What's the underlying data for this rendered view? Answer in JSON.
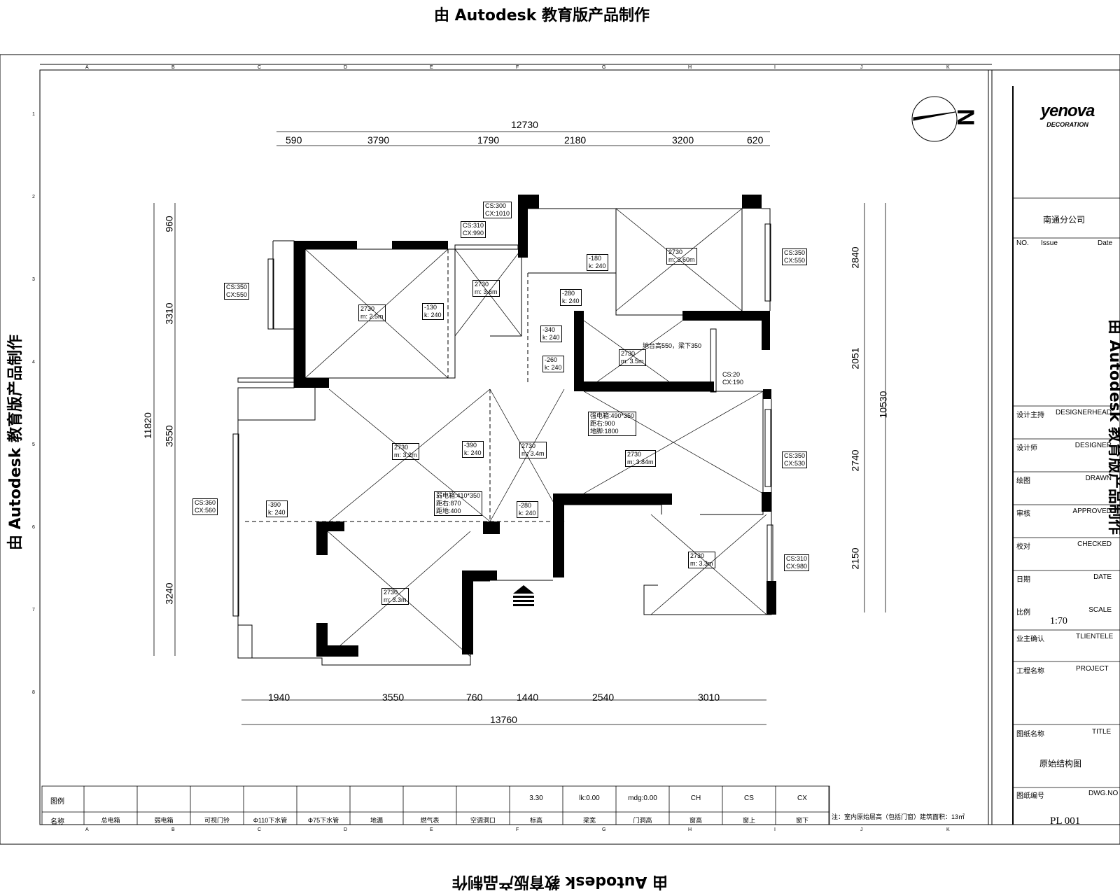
{
  "watermark": {
    "text": "由 Autodesk 教育版产品制作"
  },
  "north": {
    "label": "N"
  },
  "dims": {
    "top_total": "12730",
    "top": [
      "590",
      "3790",
      "1790",
      "2180",
      "3200",
      "620"
    ],
    "bottom_total": "13760",
    "bottom": [
      "1940",
      "3550",
      "760",
      "1440",
      "2540",
      "3010"
    ],
    "left_total": "11820",
    "left": [
      "960",
      "3310",
      "3550",
      "3240"
    ],
    "right_total": "10530",
    "right": [
      "2840",
      "2051",
      "2740",
      "2150"
    ]
  },
  "tags": {
    "cs_tags": [
      {
        "cs": "CS:300",
        "cx": "CX:1010"
      },
      {
        "cs": "CS:310",
        "cx": "CX:990"
      },
      {
        "cs": "CS:350",
        "cx": "CX:550"
      },
      {
        "cs": "CS:350",
        "cx": "CX:550"
      },
      {
        "cs": "CS:20",
        "cx": "CX:190"
      },
      {
        "cs": "CS:350",
        "cx": "CX:530"
      },
      {
        "cs": "CS:360",
        "cx": "CX:560"
      },
      {
        "cs": "CS:310",
        "cx": "CX:980"
      }
    ],
    "ceil": [
      {
        "h": "2730",
        "t": "m: 2.5m"
      },
      {
        "h": "2730",
        "t": "m: 3.6m"
      },
      {
        "h": "2730",
        "t": "m: 3.60m"
      },
      {
        "h": "2730",
        "t": "m: 3.5m"
      },
      {
        "h": "2730",
        "t": "m: 3.2m"
      },
      {
        "h": "2730",
        "t": "m: 3.4m"
      },
      {
        "h": "2730",
        "t": "m: 3.84m"
      },
      {
        "h": "2730",
        "t": "m: 3.3m"
      },
      {
        "h": "2730",
        "t": "m: 3.3m"
      }
    ],
    "beam": [
      {
        "a": "-130",
        "b": "k: 240"
      },
      {
        "a": "-180",
        "b": "k: 240"
      },
      {
        "a": "-280",
        "b": "k: 240"
      },
      {
        "a": "-340",
        "b": "k: 240"
      },
      {
        "a": "-260",
        "b": "k: 240"
      },
      {
        "a": "-390",
        "b": "k: 240"
      },
      {
        "a": "-390",
        "b": "k: 240"
      },
      {
        "a": "-280",
        "b": "k: 240"
      }
    ],
    "notes": {
      "counter": "地台高550，梁下350",
      "box1": [
        "强电箱:490*350",
        "距右:900",
        "地脚:1800"
      ],
      "box2": [
        "弱电箱:410*350",
        "距右:870",
        "距地:400"
      ]
    }
  },
  "legend": {
    "label_row1": "图例",
    "label_row2": "名称",
    "items": [
      {
        "sym": "",
        "name": "总电箱"
      },
      {
        "sym": "",
        "name": "弱电箱"
      },
      {
        "sym": "",
        "name": "可视门铃"
      },
      {
        "sym": "",
        "name": "Φ110下水管"
      },
      {
        "sym": "",
        "name": "Φ75下水管"
      },
      {
        "sym": "",
        "name": "地漏"
      },
      {
        "sym": "",
        "name": "燃气表"
      },
      {
        "sym": "",
        "name": "空调洞口"
      },
      {
        "sym": "3.30",
        "name": "标高"
      },
      {
        "sym": "lk:0.00",
        "name": "梁宽"
      },
      {
        "sym": "mdg:0.00",
        "name": "门洞高"
      },
      {
        "sym": "CH",
        "name": "窗高"
      },
      {
        "sym": "CS",
        "name": "窗上"
      },
      {
        "sym": "CX",
        "name": "窗下"
      }
    ],
    "note": "注：室内原始层高（包括门窗）建筑面积：13㎡"
  },
  "titleblock": {
    "logo": "yenova",
    "logo_sub": "DECORATION",
    "company": "南通分公司",
    "no": "NO.",
    "issue": "Issue",
    "date": "Date",
    "rows": [
      {
        "zh": "设计主持",
        "en": "DESIGNERHEAD"
      },
      {
        "zh": "设计师",
        "en": "DESIGNER"
      },
      {
        "zh": "绘图",
        "en": "DRAWN"
      },
      {
        "zh": "审核",
        "en": "APPROVED"
      },
      {
        "zh": "校对",
        "en": "CHECKED"
      },
      {
        "zh": "日期",
        "en": "DATE"
      },
      {
        "zh": "比例",
        "en": "SCALE"
      }
    ],
    "scale": "1:70",
    "client_zh": "业主确认",
    "client_en": "TLIENTELE",
    "project_zh": "工程名称",
    "project_en": "PROJECT",
    "title_zh": "图纸名称",
    "title_en": "TITLE",
    "title_value": "原始结构图",
    "dwg_zh": "图纸编号",
    "dwg_en": "DWG.NO",
    "dwg_value": "PL 001"
  },
  "grid": {
    "letters": [
      "A",
      "B",
      "C",
      "D",
      "E",
      "F",
      "G",
      "H",
      "I",
      "J",
      "K"
    ],
    "numbers": [
      "1",
      "2",
      "3",
      "4",
      "5",
      "6",
      "7",
      "8"
    ]
  }
}
